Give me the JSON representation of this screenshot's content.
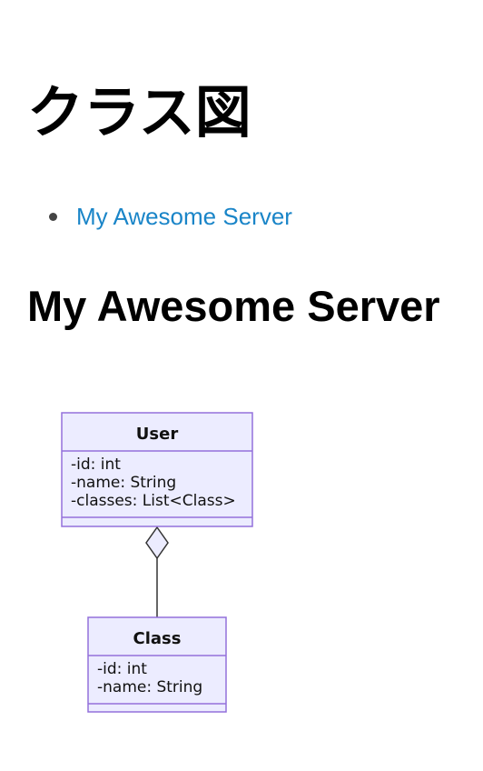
{
  "page": {
    "title": "クラス図"
  },
  "toc": {
    "items": [
      {
        "label": "My Awesome Server"
      }
    ]
  },
  "section": {
    "title": "My Awesome Server"
  },
  "diagram": {
    "type": "uml-class-diagram",
    "colors": {
      "fill": "#ececff",
      "border": "#9370db",
      "line": "#333333"
    },
    "classes": [
      {
        "name": "User",
        "attributes": [
          "-id: int",
          "-name: String",
          "-classes: List<Class>"
        ]
      },
      {
        "name": "Class",
        "attributes": [
          "-id: int",
          "-name: String"
        ]
      }
    ],
    "relation": {
      "type": "aggregation",
      "from": "User",
      "to": "Class"
    }
  }
}
